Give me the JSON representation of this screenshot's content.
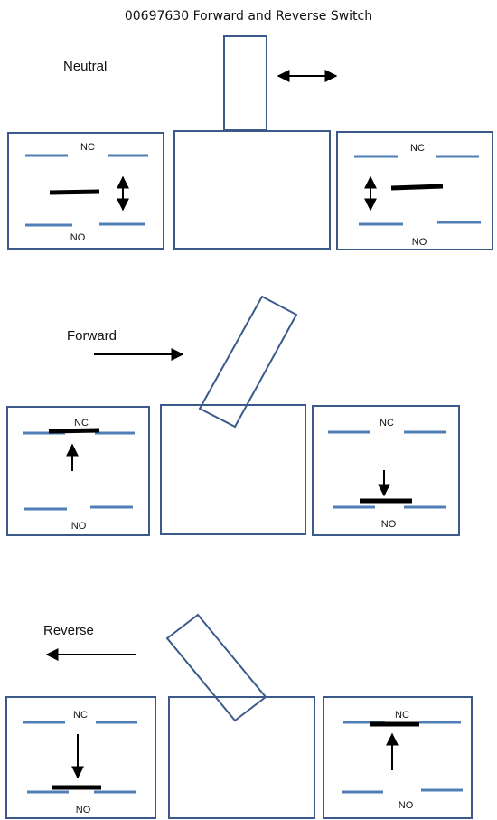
{
  "title": "00697630 Forward and Reverse Switch",
  "states": {
    "neutral": {
      "label": "Neutral"
    },
    "forward": {
      "label": "Forward"
    },
    "reverse": {
      "label": "Reverse"
    }
  },
  "contacts": {
    "nc": "NC",
    "no": "NO"
  },
  "colors": {
    "box_stroke": "#3b5a8a",
    "contact": "#4f7fb6",
    "blade": "#000000",
    "arrow": "#000000"
  }
}
